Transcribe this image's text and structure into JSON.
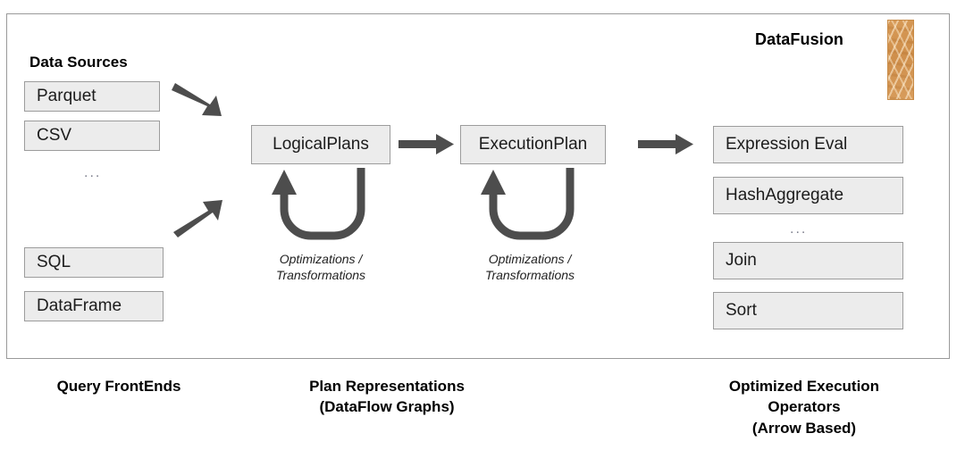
{
  "diagram": {
    "title": "DataFusion",
    "logo_alt": "datafusion-logo",
    "accent_color": "#d79a57",
    "box_fill": "#ececec",
    "box_border": "#9c9c9c",
    "arrow_color": "#4d4d4d",
    "frame_border": "#9a9a9a"
  },
  "data_sources": {
    "heading": "Data Sources",
    "top_items": [
      {
        "label": "Parquet"
      },
      {
        "label": "CSV"
      }
    ],
    "ellipsis": "...",
    "bottom_items": [
      {
        "label": "SQL"
      },
      {
        "label": "DataFrame"
      }
    ]
  },
  "plans": {
    "logical": {
      "label": "LogicalPlans"
    },
    "execution": {
      "label": "ExecutionPlan"
    },
    "loop_caption_line1": "Optimizations /",
    "loop_caption_line2": "Transformations"
  },
  "operators": {
    "items_top": [
      {
        "label": "Expression Eval"
      },
      {
        "label": "HashAggregate"
      }
    ],
    "ellipsis": "...",
    "items_bottom": [
      {
        "label": "Join"
      },
      {
        "label": "Sort"
      }
    ]
  },
  "captions": {
    "frontends": "Query FrontEnds",
    "plans_line1": "Plan Representations",
    "plans_line2": "(DataFlow Graphs)",
    "operators_line1": "Optimized Execution",
    "operators_line2": "Operators",
    "operators_line3": "(Arrow Based)"
  }
}
